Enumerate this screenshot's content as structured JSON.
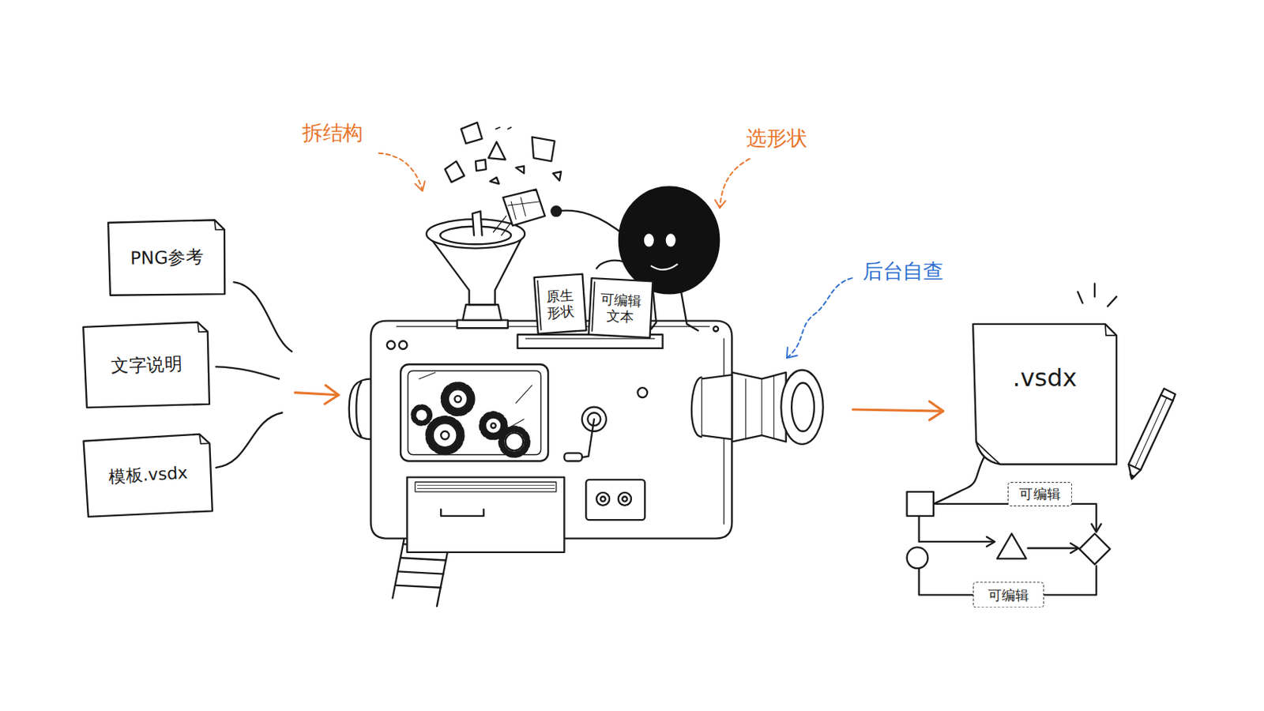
{
  "diagram": {
    "nodes": [
      {
        "text": [
          "PNG参考"
        ]
      },
      {
        "text": [
          "文字说明"
        ]
      },
      {
        "text": [
          "模板.vsdx"
        ]
      },
      {
        "text": [
          "原生 形状"
        ]
      },
      {
        "text": [
          "可编辑 文本"
        ]
      },
      {
        "text": [
          ".vsdx"
        ]
      }
    ],
    "labels": [
      "拆结构",
      "选形状",
      "后台自查",
      "可编辑",
      "可编辑"
    ]
  }
}
